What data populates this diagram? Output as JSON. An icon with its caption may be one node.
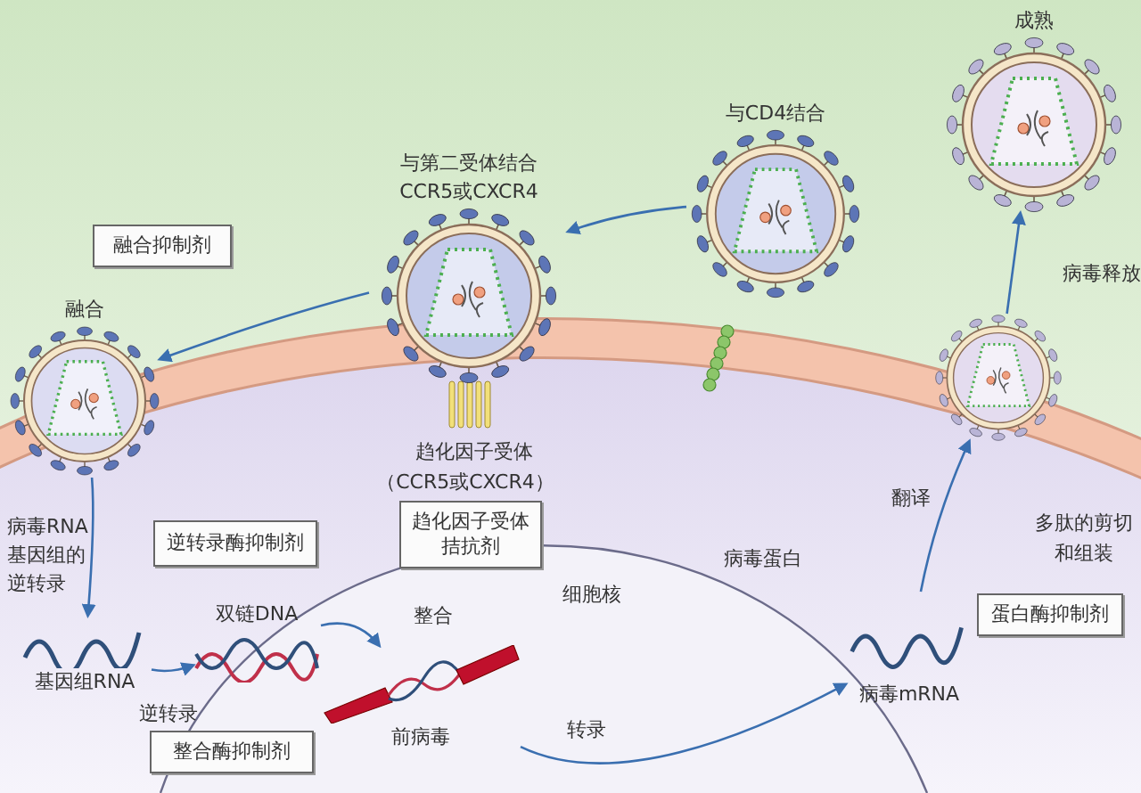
{
  "diagram": {
    "nodes": [
      {
        "text": [
          "与CD4结合"
        ]
      },
      {
        "text": [
          "与第二受体结合",
          "CCR5或CXCR4"
        ]
      },
      {
        "text": [
          "融合"
        ]
      },
      {
        "text": [
          "融合抑制剂"
        ]
      },
      {
        "text": [
          "基因组RNA"
        ]
      },
      {
        "text": [
          "双链DNA"
        ]
      },
      {
        "text": [
          "前病毒"
        ]
      },
      {
        "text": [
          "病毒mRNA"
        ]
      },
      {
        "text": [],
        "shape": "picture"
      },
      {
        "text": [
          "成熟"
        ]
      },
      {
        "text": [
          "逆转录酶抑制剂"
        ]
      },
      {
        "text": [
          "趋化因子受体拮抗剂"
        ]
      },
      {
        "text": [
          "整合酶抑制剂"
        ]
      },
      {
        "text": [
          "蛋白酶抑制剂"
        ]
      }
    ],
    "edges": [
      {
        "from": 0,
        "to": 1,
        "arrow": "to"
      },
      {
        "from": 1,
        "to": 2,
        "arrow": "to"
      },
      {
        "from": 2,
        "to": 4,
        "arrow": "to",
        "label": "病毒RNA基因组的逆转录"
      },
      {
        "from": 4,
        "to": 5,
        "arrow": "to",
        "label": "逆转录"
      },
      {
        "from": 5,
        "to": 6,
        "arrow": "to",
        "label": "整合"
      },
      {
        "from": 6,
        "to": 7,
        "arrow": "to",
        "label": "转录"
      },
      {
        "from": 7,
        "to": 8,
        "arrow": "to",
        "label": "翻译"
      },
      {
        "from": 8,
        "to": 9,
        "arrow": "to",
        "label": "病毒释放"
      }
    ],
    "labels": [
      "趋化因子受体",
      "（CCR5或CXCR4）",
      "细胞核",
      "病毒蛋白",
      "多肽的剪切和组装"
    ]
  }
}
